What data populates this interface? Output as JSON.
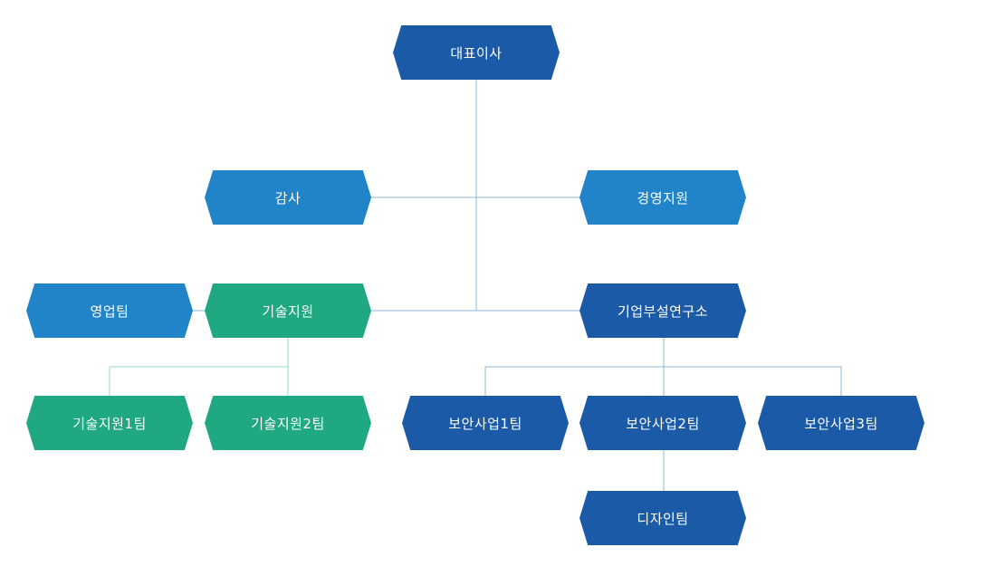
{
  "colors": {
    "dark_blue": "#1b5aa6",
    "mid_blue": "#2184c8",
    "green": "#20a882",
    "line_blue": "#8fb4d6",
    "line_green": "#8fdcc4"
  },
  "nodes": {
    "ceo": "대표이사",
    "audit": "감사",
    "management_support": "경영지원",
    "sales_team": "영업팀",
    "tech_support": "기술지원",
    "research_institute": "기업부설연구소",
    "tech_support_team_1": "기술지원1팀",
    "tech_support_team_2": "기술지원2팀",
    "security_team_1": "보안사업1팀",
    "security_team_2": "보안사업2팀",
    "security_team_3": "보안사업3팀",
    "design_team": "디자인팀"
  }
}
